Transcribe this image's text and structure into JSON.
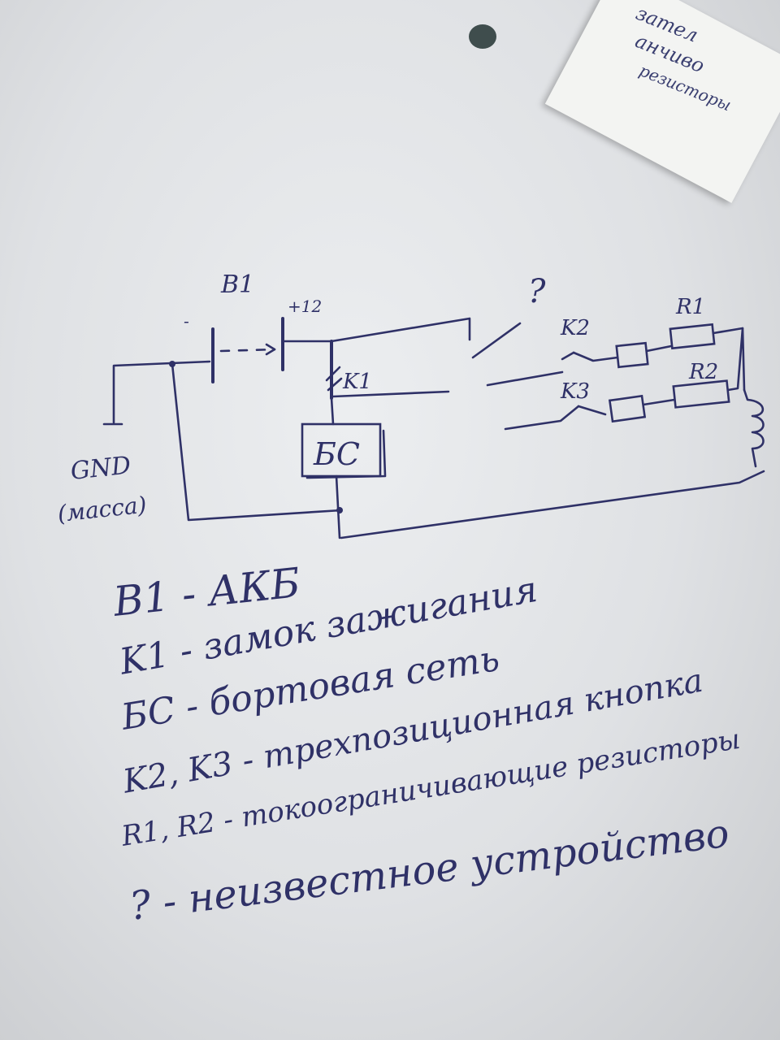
{
  "corner_note": {
    "lines": [
      "зател",
      "анчиво",
      "резисторы"
    ]
  },
  "diagram": {
    "battery_label": "B1",
    "battery_minus": "-",
    "battery_plus": "+12",
    "k1_label": "K1",
    "k2_label": "K2",
    "k3_label": "K3",
    "r1_label": "R1",
    "r2_label": "R2",
    "unknown_label": "?",
    "bc_label": "БС",
    "gnd_label": "GND",
    "gnd_sublabel": "(масса)"
  },
  "legend": [
    {
      "text": "B1 - АКБ"
    },
    {
      "text": "K1 - замок зажигания"
    },
    {
      "text": "БС - бортовая сеть"
    },
    {
      "text": "K2, K3 - трехпозиционная кнопка"
    },
    {
      "text": "R1, R2 - токоограничивающие резисторы"
    },
    {
      "text": "? - неизвестное устройство"
    }
  ]
}
